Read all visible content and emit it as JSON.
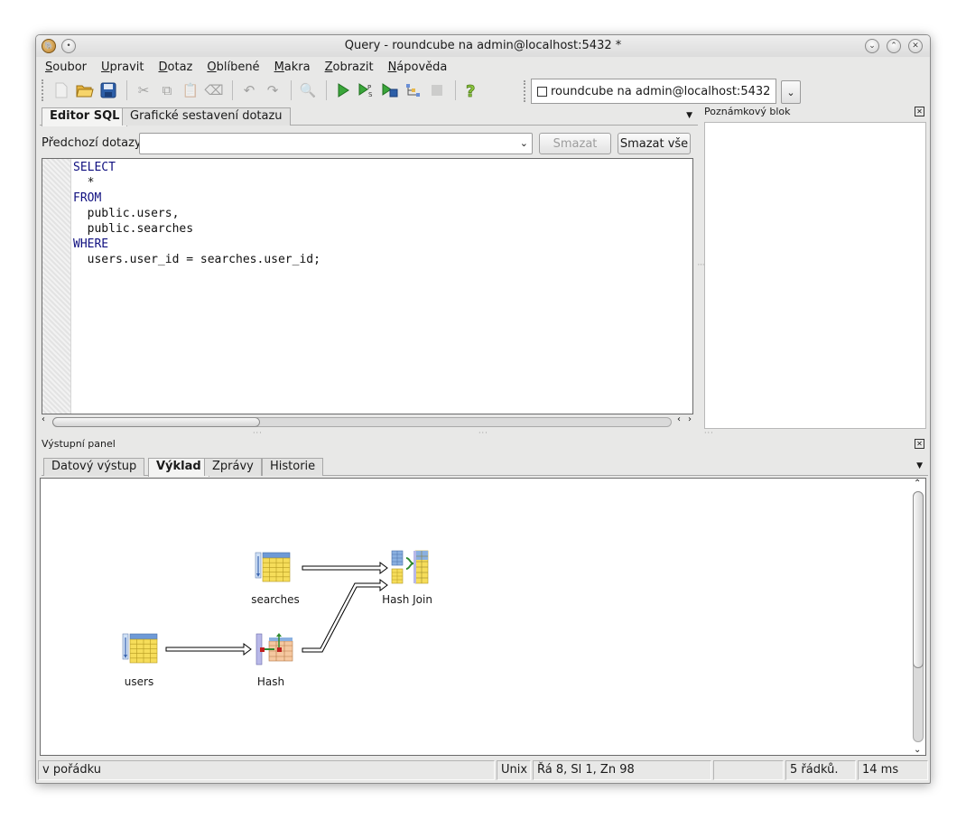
{
  "window": {
    "title": "Query - roundcube na admin@localhost:5432 *"
  },
  "menubar": [
    {
      "label": "Soubor",
      "key": "S",
      "rest": "oubor"
    },
    {
      "label": "Upravit",
      "key": "U",
      "rest": "pravit"
    },
    {
      "label": "Dotaz",
      "key": "D",
      "rest": "otaz"
    },
    {
      "label": "Oblíbené",
      "key": "O",
      "rest": "blíbené"
    },
    {
      "label": "Makra",
      "key": "M",
      "rest": "akra"
    },
    {
      "label": "Zobrazit",
      "key": "Z",
      "rest": "obrazit"
    },
    {
      "label": "Nápověda",
      "key": "N",
      "rest": "ápověda"
    }
  ],
  "toolbar": {
    "connection": "roundcube na admin@localhost:5432"
  },
  "editor": {
    "tabs": [
      "Editor SQL",
      "Grafické sestavení dotazu"
    ],
    "prev_label": "Předchozí dotazy",
    "prev_value": "",
    "delete_btn": "Smazat",
    "delete_all_btn": "Smazat vše",
    "sql": {
      "l1": "SELECT",
      "l2": "  *",
      "l3": "FROM",
      "l4": "  public.users,",
      "l5": "  public.searches",
      "l6": "WHERE",
      "l7": "  users.user_id = searches.user_id;"
    }
  },
  "notepad": {
    "title": "Poznámkový blok"
  },
  "output": {
    "title": "Výstupní panel",
    "tabs": [
      "Datový výstup",
      "Výklad",
      "Zprávy",
      "Historie"
    ],
    "nodes": {
      "searches": "searches",
      "users": "users",
      "hash": "Hash",
      "hash_join": "Hash Join"
    }
  },
  "status": {
    "state": "v pořádku",
    "eol": "Unix",
    "pos": "Řá 8, Sl 1, Zn 98",
    "blank": "",
    "rows": "5 řádků.",
    "time": "14 ms"
  }
}
